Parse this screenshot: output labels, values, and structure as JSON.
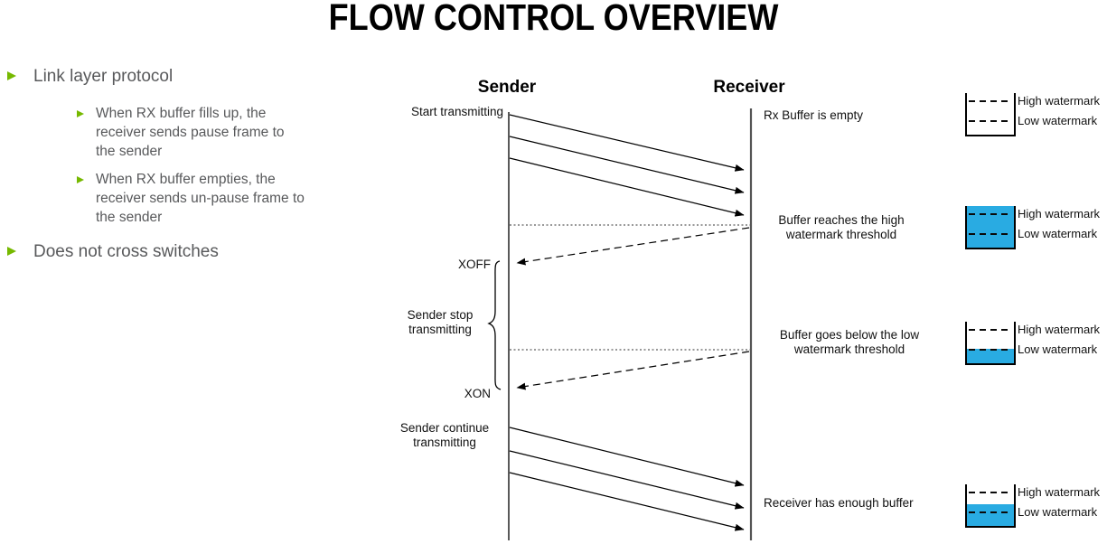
{
  "slide": {
    "title": "FLOW CONTROL OVERVIEW",
    "colors": {
      "accent_green": "#76B900",
      "buffer_fill": "#29ABE2",
      "body_text": "#58595B"
    }
  },
  "bullets": {
    "link_layer": "Link layer protocol",
    "sub_pause": "When RX buffer fills up, the\nreceiver sends pause frame to\nthe sender",
    "sub_unpause": "When RX buffer empties, the\nreceiver sends un-pause frame to\nthe sender",
    "no_cross": "Does not cross switches"
  },
  "sequence": {
    "sender": "Sender",
    "receiver": "Receiver",
    "start_transmitting": "Start transmitting",
    "rx_buffer_empty": "Rx Buffer is empty",
    "buffer_high": "Buffer reaches the high\nwatermark threshold",
    "xoff": "XOFF",
    "sender_stop": "Sender stop\ntransmitting",
    "buffer_low": "Buffer goes below the low\nwatermark threshold",
    "xon": "XON",
    "sender_continue": "Sender continue\ntransmitting",
    "receiver_enough": "Receiver has enough buffer"
  },
  "watermark_legend": {
    "high_label": "High watermark",
    "low_label": "Low watermark",
    "states": [
      "empty",
      "full",
      "at-low-watermark",
      "just-above-low-watermark"
    ]
  }
}
